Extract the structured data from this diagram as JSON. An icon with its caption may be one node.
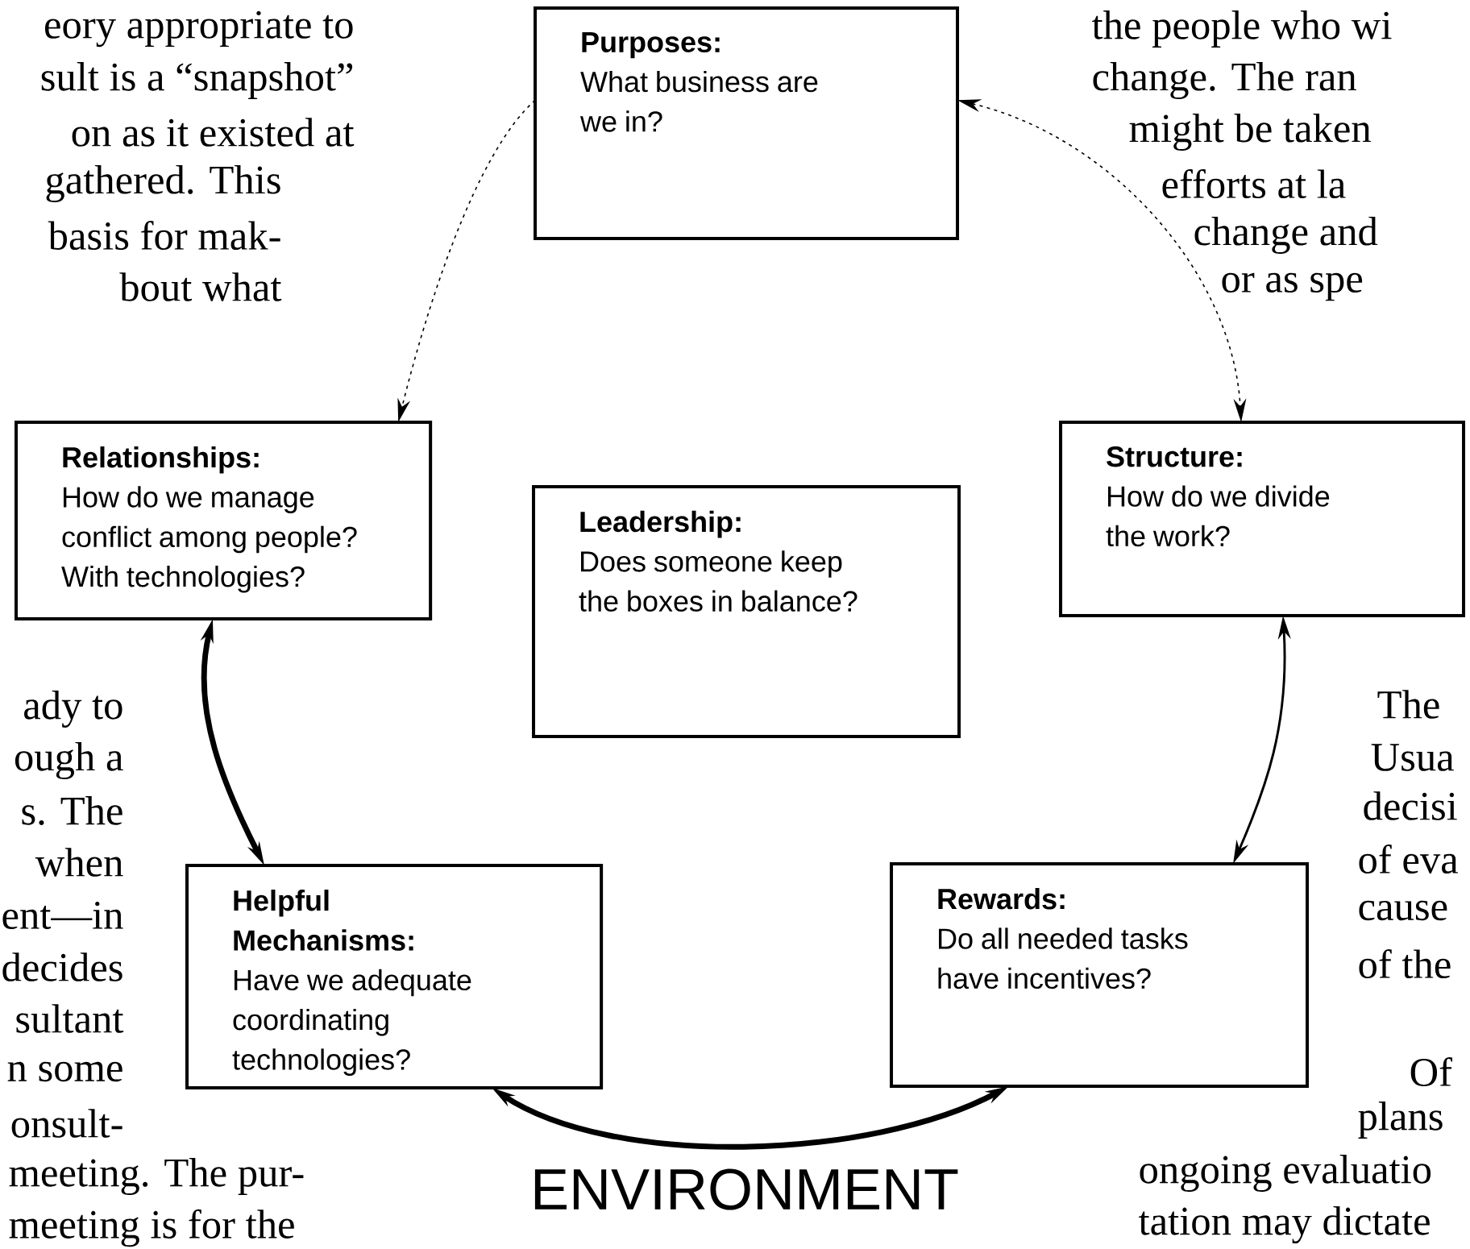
{
  "diagram": {
    "nodes": [
      {
        "text": [
          "Purposes:",
          "What business are we in?"
        ]
      },
      {
        "text": [
          "Relationships:",
          "How do we manage conflict among people? With technologies?"
        ]
      },
      {
        "text": [
          "Structure:",
          "How do we divide the work?"
        ]
      },
      {
        "text": [
          "Leadership:",
          "Does someone keep the boxes in balance?"
        ]
      },
      {
        "text": [
          "Helpful Mechanisms:",
          "Have we adequate coordinating technologies?"
        ]
      },
      {
        "text": [
          "Rewards:",
          "Do all needed tasks have incentives?"
        ]
      }
    ],
    "edges": [
      {
        "from": 0,
        "to": 1,
        "arrow": "to",
        "style": "dashed"
      },
      {
        "from": 0,
        "to": 2,
        "arrow": "both",
        "style": "dashed"
      },
      {
        "from": 1,
        "to": 4,
        "arrow": "both",
        "style": "thick"
      },
      {
        "from": 2,
        "to": 5,
        "arrow": "both"
      },
      {
        "from": 4,
        "to": 5,
        "arrow": "both",
        "style": "thick"
      }
    ],
    "labels": [
      "eory appropriate to",
      "sult is a “snapshot”",
      "on as it existed at",
      "gathered. This",
      "basis for mak-",
      "bout what",
      "the people who wi",
      "change.  The ran",
      "might be taken",
      "efforts at la",
      "change and",
      "or as spe",
      "ady to",
      "ough a",
      "s. The",
      "when",
      "ent—in",
      "decides",
      "sultant",
      "n some",
      "onsult-",
      "meeting.  The pur-",
      "meeting is for the",
      "The",
      "Usua",
      "decisi",
      "of eva",
      "cause",
      "of the",
      "Of",
      "plans",
      "ongoing evaluatio",
      "tation may dictate",
      "ENVIRONMENT"
    ]
  }
}
